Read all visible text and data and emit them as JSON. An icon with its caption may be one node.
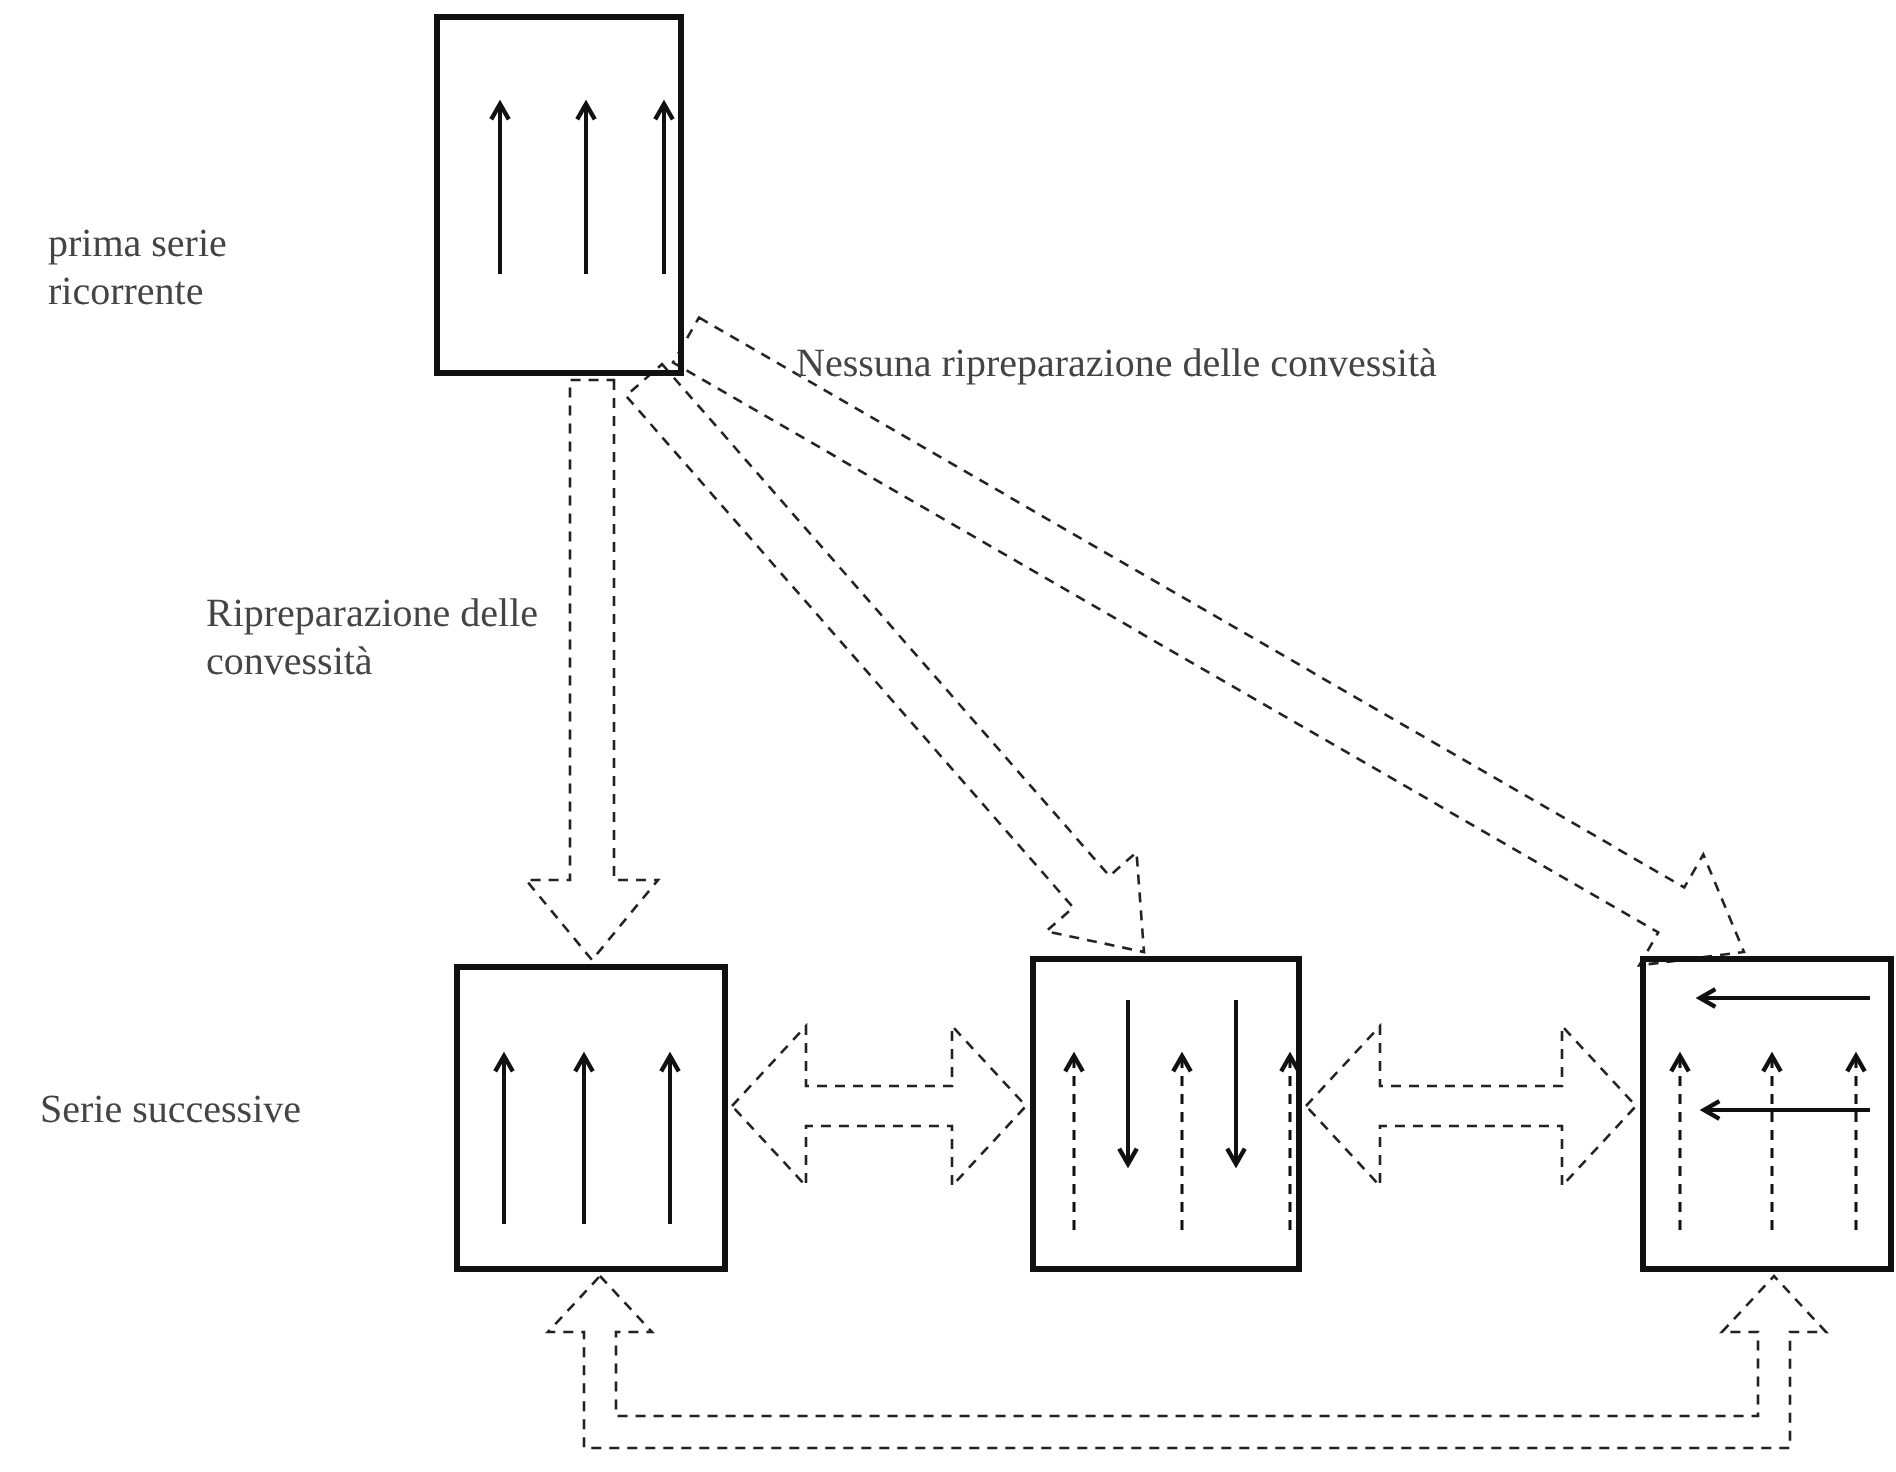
{
  "diagram": {
    "nodes": [
      {
        "text": [],
        "shape": "box"
      },
      {
        "text": [],
        "shape": "box",
        "beside": [
          "Serie successive"
        ]
      },
      {
        "text": [],
        "shape": "box"
      },
      {
        "text": [],
        "shape": "box"
      }
    ],
    "edges": [
      {
        "from": 0,
        "to": 1,
        "arrow": "to",
        "style": "dashed",
        "label": "Ripreparazione delle convessità"
      },
      {
        "from": 0,
        "to": 2,
        "arrow": "to",
        "style": "dashed"
      },
      {
        "from": 0,
        "to": 3,
        "arrow": "to",
        "style": "dashed"
      },
      {
        "from": 1,
        "to": 2,
        "arrow": "both",
        "style": "dashed"
      },
      {
        "from": 2,
        "to": 3,
        "arrow": "both",
        "style": "dashed"
      },
      {
        "from": 1,
        "to": 3,
        "arrow": "both",
        "style": "dashed"
      }
    ],
    "labels": [
      "prima serie ricorrente",
      "Nessuna ripreparazione delle convessità"
    ]
  }
}
